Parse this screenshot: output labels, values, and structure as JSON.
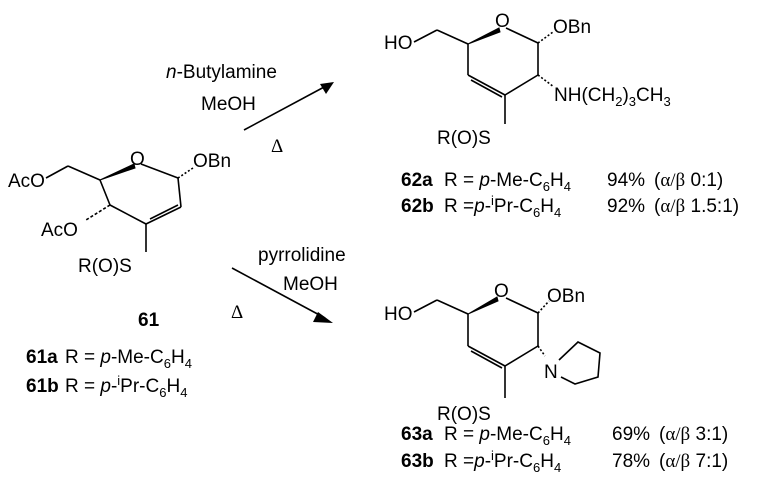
{
  "substrate": {
    "compound_number": "61",
    "labels": {
      "acetoxy_top": "AcO",
      "acetoxy_mid": "AcO",
      "ring_o": "O",
      "anomeric": "OBn",
      "sulfinyl": "R(O)S"
    },
    "variants": [
      {
        "id": "61a",
        "r": "R = p-Me-C6H4"
      },
      {
        "id": "61b",
        "r": "R = p-iPr-C6H4"
      }
    ]
  },
  "reaction_top": {
    "reagent": "n-Butylamine",
    "solvent": "MeOH",
    "condition": "Δ",
    "product_labels": {
      "hydroxyl": "HO",
      "ring_o": "O",
      "anomeric": "OBn",
      "amine": "NH(CH2)3CH3",
      "sulfinyl": "R(O)S"
    },
    "products": [
      {
        "id": "62a",
        "r": "R = p-Me-C6H4",
        "yield": "94%",
        "ratio": "(α/β 0:1)"
      },
      {
        "id": "62b",
        "r": "R = p-iPr-C6H4",
        "yield": "92%",
        "ratio": "(α/β 1.5:1)"
      }
    ]
  },
  "reaction_bottom": {
    "reagent": "pyrrolidine",
    "solvent": "MeOH",
    "condition": "Δ",
    "product_labels": {
      "hydroxyl": "HO",
      "ring_o": "O",
      "anomeric": "OBn",
      "amine_n": "N",
      "sulfinyl": "R(O)S"
    },
    "products": [
      {
        "id": "63a",
        "r": "R = p-Me-C6H4",
        "yield": "69%",
        "ratio": "(α/β 3:1)"
      },
      {
        "id": "63b",
        "r": "R = p-iPr-C6H4",
        "yield": "78%",
        "ratio": "(α/β 7:1)"
      }
    ]
  }
}
